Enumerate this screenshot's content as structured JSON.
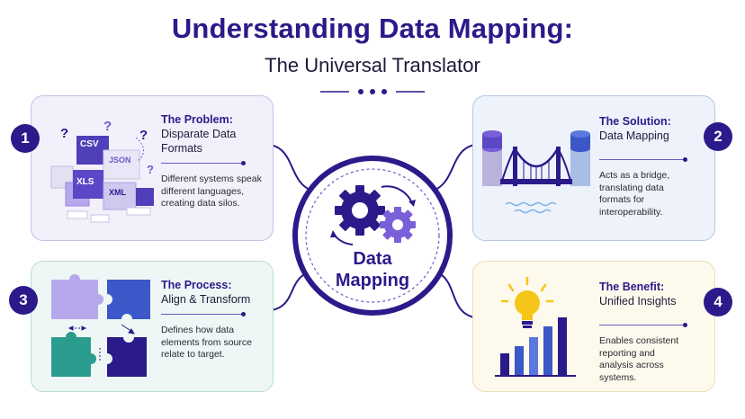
{
  "header": {
    "title": "Understanding Data Mapping:",
    "subtitle": "The Universal Translator"
  },
  "hub": {
    "label_line1": "Data",
    "label_line2": "Mapping"
  },
  "cards": {
    "problem": {
      "number": "1",
      "heading1": "The Problem:",
      "heading2": "Disparate Data Formats",
      "body": "Different systems speak different languages, creating data silos.",
      "file_labels": [
        "CSV",
        "JSON",
        "XLS",
        "XML"
      ]
    },
    "solution": {
      "number": "2",
      "heading1": "The Solution:",
      "heading2": "Data Mapping",
      "body": "Acts as a bridge, translating data formats for interoperability."
    },
    "process": {
      "number": "3",
      "heading1": "The Process:",
      "heading2": "Align & Transform",
      "body": "Defines how data elements from source relate to target."
    },
    "benefit": {
      "number": "4",
      "heading1": "The Benefit:",
      "heading2": "Unified Insights",
      "body": "Enables consistent reporting and analysis across systems."
    }
  },
  "colors": {
    "primary": "#2b1a8a",
    "accent_purple": "#6a4fd6",
    "accent_blue": "#3b57c8",
    "accent_teal": "#2a9d8f",
    "bulb_yellow": "#f5c518"
  },
  "icons": [
    "gear-icon",
    "database-icon",
    "bridge-icon",
    "puzzle-icon",
    "lightbulb-icon",
    "bar-chart-icon"
  ]
}
